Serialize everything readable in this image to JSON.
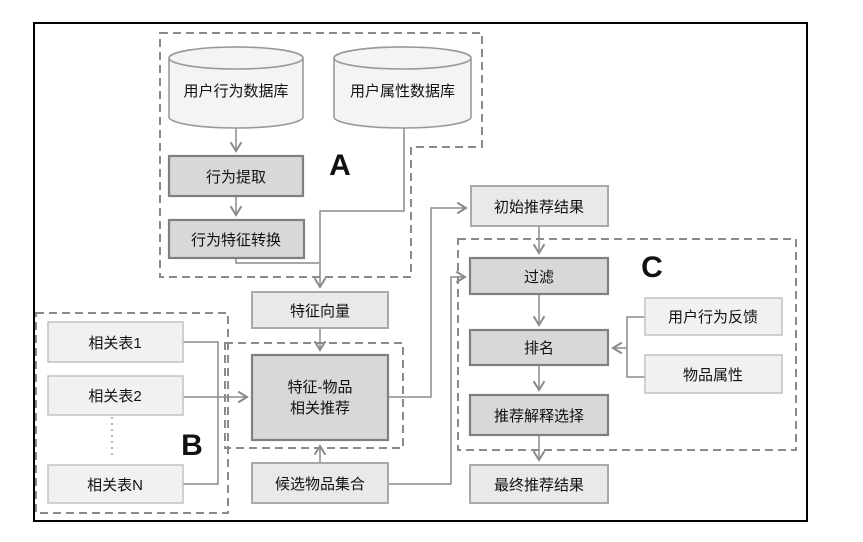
{
  "nodes": {
    "user_behavior_db": "用户行为数据库",
    "user_attribute_db": "用户属性数据库",
    "behavior_extract": "行为提取",
    "behavior_feature_convert": "行为特征转换",
    "feature_vector": "特征向量",
    "related_table_1": "相关表1",
    "related_table_2": "相关表2",
    "related_table_n": "相关表N",
    "feature_item_rec_line1": "特征-物品",
    "feature_item_rec_line2": "相关推荐",
    "candidate_item_set": "候选物品集合",
    "initial_rec_result": "初始推荐结果",
    "filter": "过滤",
    "ranking": "排名",
    "rec_explanation_select": "推荐解释选择",
    "final_rec_result": "最终推荐结果",
    "user_behavior_feedback": "用户行为反馈",
    "item_attribute": "物品属性"
  },
  "section_labels": {
    "a": "A",
    "b": "B",
    "c": "C"
  },
  "colors": {
    "process_box_fill": "#d8d8d8",
    "process_box_border": "#7f7f7f",
    "result_box_fill": "#e9e9e9",
    "result_box_border": "#a9a9a9",
    "input_box_fill": "#f1f1f1",
    "input_box_border": "#c2c2c2",
    "cylinder_fill": "#f4f4f4",
    "connector_line": "#8a8a8a",
    "frame_border": "#000000",
    "text": "#111111"
  }
}
